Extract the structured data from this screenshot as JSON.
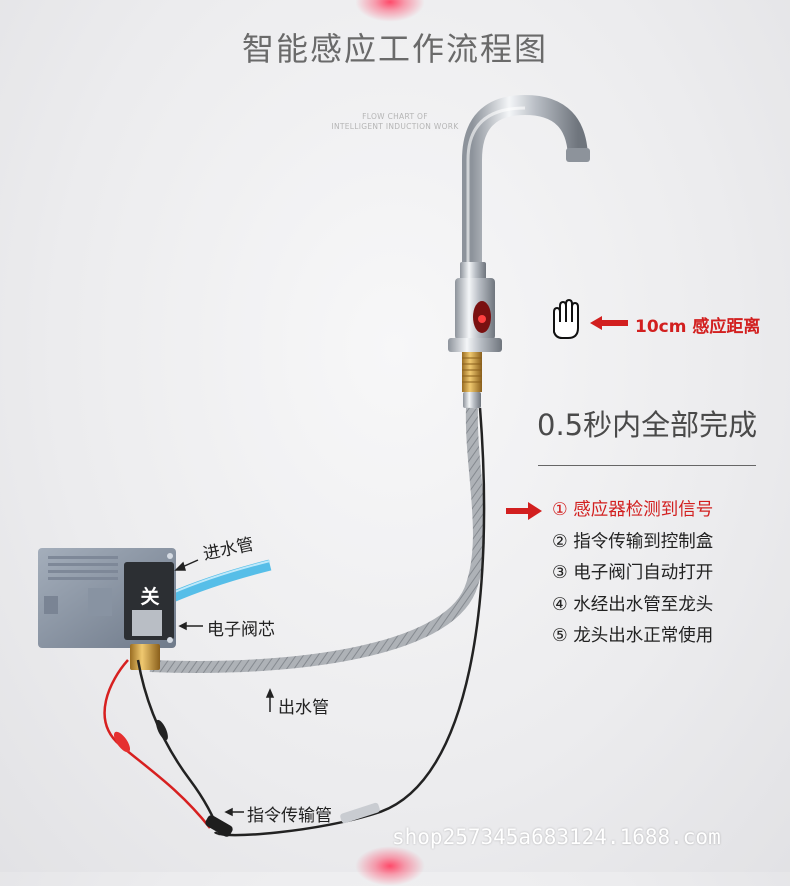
{
  "title": "智能感应工作流程图",
  "intro_small_text": "",
  "subtitle_en": [
    "FLOW CHART OF",
    "INTELLIGENT INDUCTION WORK"
  ],
  "distance_label": "10cm 感应距离",
  "done_text": "0.5秒内全部完成",
  "steps": [
    {
      "label": "① 感应器检测到信号",
      "active": true
    },
    {
      "label": "② 指令传输到控制盒",
      "active": false
    },
    {
      "label": "③ 电子阀门自动打开",
      "active": false
    },
    {
      "label": "④ 水经出水管至龙头",
      "active": false
    },
    {
      "label": "⑤ 龙头出水正常使用",
      "active": false
    }
  ],
  "labels": {
    "inlet_pipe": "进水管",
    "valve_core": "电子阀芯",
    "outlet_pipe": "出水管",
    "signal_pipe": "指令传输管",
    "box_glyph": "关"
  },
  "watermark": "shop257345a683124.1688.com",
  "colors": {
    "accent_red": "#d21f1f",
    "water_blue": "#3bb5e6",
    "chrome": "#c8ccd2",
    "box_gray": "#8c97a6",
    "brass": "#c99a3c"
  }
}
